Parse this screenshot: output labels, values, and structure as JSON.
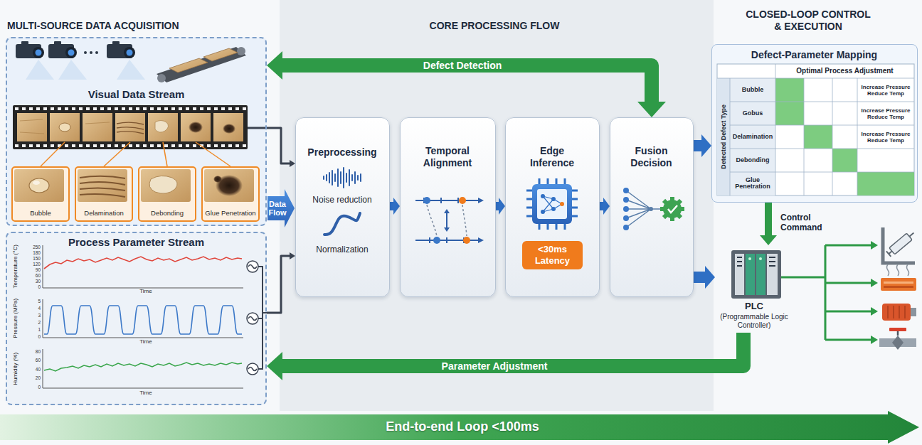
{
  "diagram": {
    "nodes": [
      {
        "text": [
          "Visual Data Stream"
        ]
      },
      {
        "text": [
          "Bubble"
        ],
        "in": 0
      },
      {
        "text": [
          "Delamination"
        ],
        "in": 0
      },
      {
        "text": [
          "Debonding"
        ],
        "in": 0
      },
      {
        "text": [
          "Glue Penetration"
        ],
        "in": 0
      },
      {
        "text": [
          "Process Parameter Stream"
        ]
      },
      {
        "text": [
          "Preprocessing",
          "Noise reduction",
          "Normalization"
        ]
      },
      {
        "text": [
          "Temporal Alignment"
        ]
      },
      {
        "text": [
          "Edge Inference"
        ]
      },
      {
        "text": [
          "<30ms Latency"
        ],
        "in": 8
      },
      {
        "text": [
          "Fusion Decision"
        ]
      },
      {
        "text": [
          "Defect-Parameter Mapping"
        ]
      },
      {
        "text": [
          "PLC",
          "(Programmable Logic Controller)"
        ]
      }
    ],
    "edges": [
      {
        "from": 0,
        "to": 6,
        "arrow": "to"
      },
      {
        "from": 5,
        "to": 6,
        "arrow": "to"
      },
      {
        "from": 6,
        "to": 7,
        "arrow": "to"
      },
      {
        "from": 7,
        "to": 8,
        "arrow": "to"
      },
      {
        "from": 8,
        "to": 10,
        "arrow": "to"
      },
      {
        "from": 10,
        "to": 0,
        "arrow": "both",
        "label": "Defect Detection"
      },
      {
        "from": 10,
        "to": 11,
        "arrow": "to"
      },
      {
        "from": 10,
        "to": 12,
        "arrow": "to"
      },
      {
        "from": 11,
        "to": 12,
        "arrow": "to",
        "label": "Control Command"
      },
      {
        "from": 12,
        "to": 5,
        "arrow": "to",
        "label": "Parameter Adjustment"
      }
    ],
    "labels": [
      "MULTI-SOURCE DATA ACQUISITION",
      "CORE PROCESSING FLOW",
      "CLOSED-LOOP CONTROL & EXECUTION",
      "Data Flow",
      "Temperature (°C)",
      "250",
      "180",
      "150",
      "120",
      "90",
      "60",
      "30",
      "0",
      "Time",
      "Pressure (MPa)",
      "5",
      "4",
      "3",
      "2",
      "1",
      "0",
      "Time",
      "Humidity (%)",
      "80",
      "60",
      "40",
      "20",
      "0",
      "Time",
      "Optimal Process Adjustment",
      "Detected Defect Type",
      "Bubble",
      "Gobus",
      "Delamination",
      "Debonding",
      "Glue Penetration",
      "Increase Pressure Reduce Temp",
      "Increase Pressure Reduce Temp",
      "Increase Pressure Reduce Temp",
      "End-to-end Loop <100ms"
    ]
  }
}
